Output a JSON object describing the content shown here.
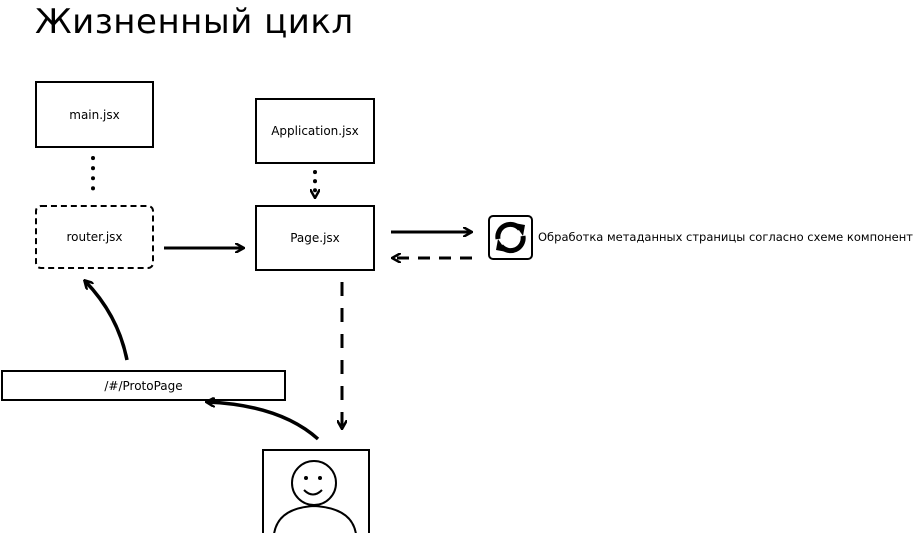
{
  "title": "Жизненный цикл",
  "nodes": {
    "main": "main.jsx",
    "router": "router.jsx",
    "application": "Application.jsx",
    "page": "Page.jsx",
    "url": "/#/ProtoPage"
  },
  "metadata_label": "Обработка метаданных страницы согласно схеме компонентов",
  "icons": {
    "refresh": "refresh-icon",
    "user": "user-face-icon"
  },
  "colors": {
    "stroke": "#000000",
    "background": "#ffffff"
  }
}
